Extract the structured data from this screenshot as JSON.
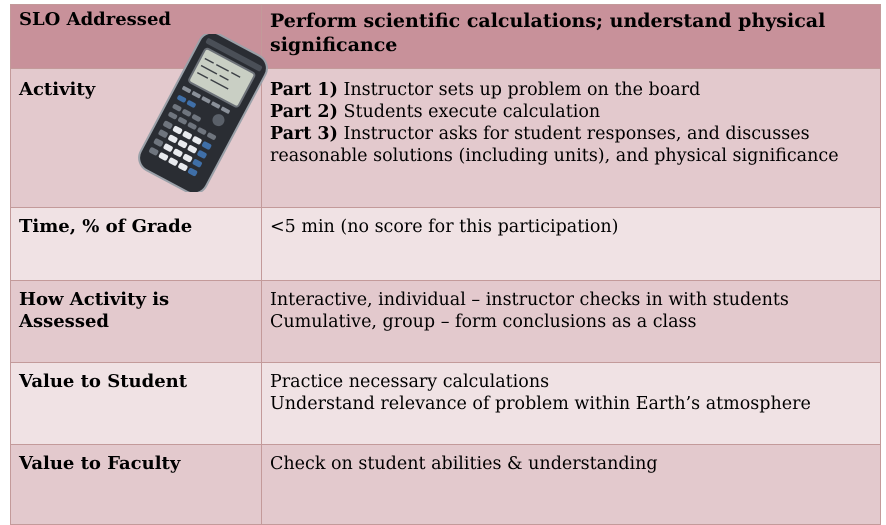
{
  "table": {
    "header": {
      "label": "SLO Addressed",
      "value": "Perform scientific calculations; understand physical significance"
    },
    "activity": {
      "label": "Activity",
      "parts": [
        {
          "label": "Part 1)",
          "text": " Instructor sets up problem on the board"
        },
        {
          "label": "Part 2)",
          "text": " Students execute calculation"
        },
        {
          "label": "Part 3)",
          "text": " Instructor asks for student responses, and discusses"
        }
      ],
      "continuation": "reasonable solutions (including units), and physical significance"
    },
    "time": {
      "label": "Time, % of Grade",
      "value": "<5 min (no score for this participation)"
    },
    "assessed": {
      "label": "How Activity is Assessed",
      "lines": [
        "Interactive, individual – instructor checks in with students",
        "Cumulative, group – form conclusions as a class"
      ]
    },
    "student": {
      "label": "Value to Student",
      "lines": [
        "Practice necessary calculations",
        "Understand relevance of problem within Earth’s atmosphere"
      ]
    },
    "faculty": {
      "label": "Value to Faculty",
      "value": "Check on student abilities & understanding"
    }
  },
  "image": {
    "icon": "graphing-calculator-icon",
    "colors": {
      "body": "#2a2d33",
      "screen": "#c9cfc4",
      "keys": "#8a9099",
      "blue_keys": "#3f6fa8"
    }
  }
}
